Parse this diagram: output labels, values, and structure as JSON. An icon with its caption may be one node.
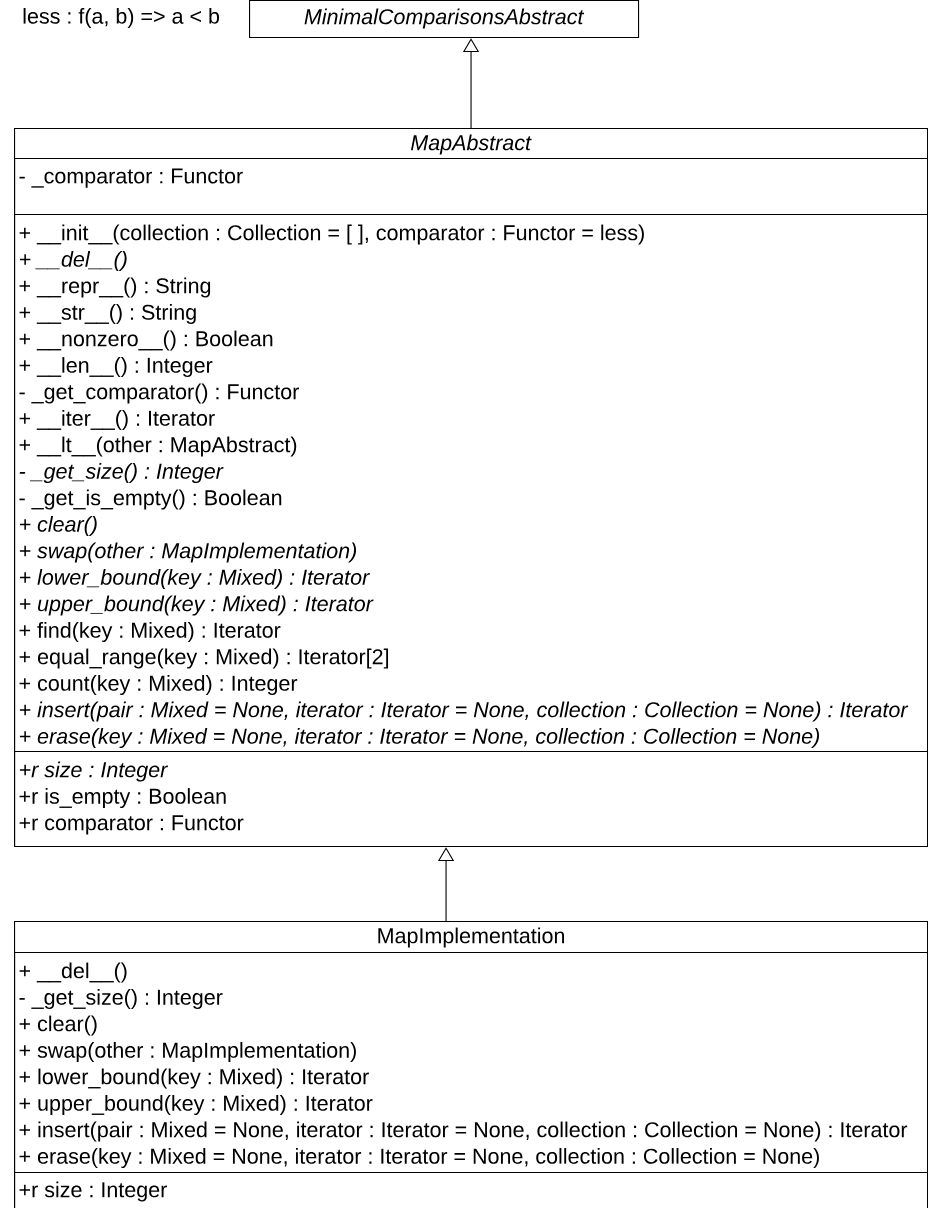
{
  "diagram": {
    "nodes": [
      {
        "text": [
          "*MinimalComparisonsAbstract*"
        ]
      },
      {
        "text": [
          "*MapAbstract*"
        ]
      },
      {
        "text": [
          "- _comparator : Functor"
        ],
        "in": 1
      },
      {
        "text": [
          "+ __init__(collection : Collection = [ ], comparator : Functor = less)",
          "*+ __del__()*",
          "+ __repr__() : String",
          "+ __str__() : String",
          "+ __nonzero__() : Boolean",
          "+ __len__() : Integer",
          "- _get_comparator() : Functor",
          "+ __iter__() : Iterator",
          "+ __lt__(other : MapAbstract)",
          "*- _get_size() : Integer*",
          "- _get_is_empty() : Boolean",
          "*+ clear()*",
          "*+ swap(other : MapImplementation)*",
          "*+ lower_bound(key : Mixed) : Iterator*",
          "*+ upper_bound(key : Mixed) : Iterator*",
          "+ find(key : Mixed) : Iterator",
          "+ equal_range(key : Mixed) : Iterator[2]",
          "+ count(key : Mixed) : Integer",
          "*+ insert(pair : Mixed = None, iterator : Iterator = None, collection : Collection = None) : Iterator*",
          "*+ erase(key : Mixed = None, iterator : Iterator = None, collection : Collection = None)*"
        ],
        "in": 1
      },
      {
        "text": [
          "*+r size : Integer*",
          "+r is_empty : Boolean",
          "+r comparator : Functor"
        ],
        "in": 1
      },
      {
        "text": [
          "MapImplementation"
        ]
      },
      {
        "text": [
          "+ __del__()",
          "- _get_size() : Integer",
          "+ clear()",
          "+ swap(other : MapImplementation)",
          "+ lower_bound(key : Mixed) : Iterator",
          "+ upper_bound(key : Mixed) : Iterator",
          "+ insert(pair : Mixed = None, iterator : Iterator = None, collection : Collection = None) : Iterator",
          "+ erase(key : Mixed = None, iterator : Iterator = None, collection : Collection = None)"
        ],
        "in": 5
      },
      {
        "text": [
          "+r size : Integer"
        ],
        "in": 5
      }
    ],
    "edges": [
      {
        "from": 1,
        "to": 0,
        "arrow": "to"
      },
      {
        "from": 5,
        "to": 1,
        "arrow": "to"
      }
    ],
    "labels": [
      "less : f(a, b) => a < b"
    ]
  }
}
